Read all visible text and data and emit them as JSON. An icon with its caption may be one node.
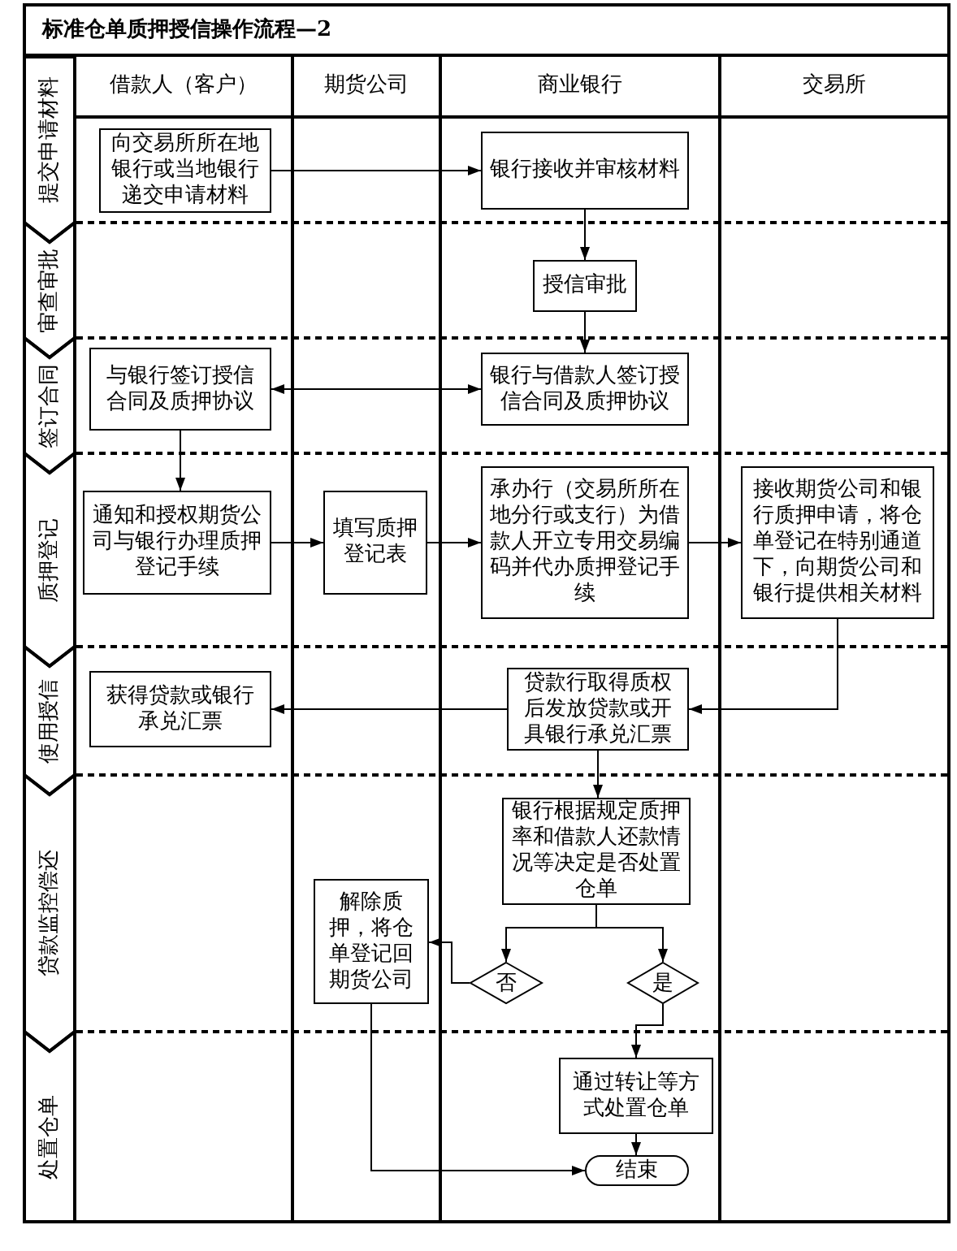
{
  "diagram": {
    "title": "标准仓单质押授信操作流程—2",
    "nodes": [
      {
        "text": [
          "借款人（客户）"
        ]
      },
      {
        "text": [
          "期货公司"
        ]
      },
      {
        "text": [
          "商业银行"
        ]
      },
      {
        "text": [
          "交易所"
        ]
      },
      {
        "text": [
          "提交申请材料"
        ]
      },
      {
        "text": [
          "向交易所所在地银行或当地银行递交申请材料"
        ],
        "in": 0
      },
      {
        "text": [
          "银行接收并审核材料"
        ],
        "in": 2
      },
      {
        "text": [
          "审查审批"
        ]
      },
      {
        "text": [
          "授信审批"
        ],
        "in": 2
      },
      {
        "text": [
          "签订合同"
        ]
      },
      {
        "text": [
          "与银行签订授信合同及质押协议"
        ],
        "in": 0
      },
      {
        "text": [
          "银行与借款人签订授信合同及质押协议"
        ],
        "in": 2
      },
      {
        "text": [
          "质押登记"
        ]
      },
      {
        "text": [
          "通知和授权期货公司与银行办理质押登记手续"
        ],
        "in": 0
      },
      {
        "text": [
          "填写质押登记表"
        ],
        "in": 1
      },
      {
        "text": [
          "承办行（交易所所在地分行或支行）为借款人开立专用交易编码并代办质押登记手续"
        ],
        "in": 2
      },
      {
        "text": [
          "接收期货公司和银行质押申请，将仓单登记在特别通道下，向期货公司和银行提供相关材料"
        ],
        "in": 3
      },
      {
        "text": [
          "使用授信"
        ]
      },
      {
        "text": [
          "获得贷款或银行承兑汇票"
        ],
        "in": 0
      },
      {
        "text": [
          "贷款行取得质权后发放贷款或开具银行承兑汇票"
        ],
        "in": 2
      },
      {
        "text": [
          "贷款监控偿还"
        ]
      },
      {
        "text": [
          "银行根据规定质押率和借款人还款情况等决定是否处置仓单"
        ],
        "in": 2
      },
      {
        "text": [
          "解除质押，将仓单登记回期货公司"
        ],
        "in": 1
      },
      {
        "text": [
          "否"
        ],
        "in": 2
      },
      {
        "text": [
          "是"
        ],
        "in": 2
      },
      {
        "text": [
          "处置仓单"
        ]
      },
      {
        "text": [
          "通过转让等方式处置仓单"
        ],
        "in": 2
      },
      {
        "text": [
          "结束"
        ],
        "in": 2
      }
    ],
    "edges": [
      {
        "from": 5,
        "to": 6,
        "arrow": "to"
      },
      {
        "from": 6,
        "to": 8,
        "arrow": "to"
      },
      {
        "from": 8,
        "to": 11,
        "arrow": "to"
      },
      {
        "from": 10,
        "to": 11,
        "arrow": "both"
      },
      {
        "from": 10,
        "to": 13,
        "arrow": "to"
      },
      {
        "from": 13,
        "to": 14,
        "arrow": "to"
      },
      {
        "from": 14,
        "to": 15,
        "arrow": "to"
      },
      {
        "from": 15,
        "to": 16,
        "arrow": "to"
      },
      {
        "from": 16,
        "to": 19,
        "arrow": "to"
      },
      {
        "from": 19,
        "to": 18,
        "arrow": "to"
      },
      {
        "from": 19,
        "to": 21,
        "arrow": "to"
      },
      {
        "from": 21,
        "to": 23,
        "arrow": "to"
      },
      {
        "from": 21,
        "to": 24,
        "arrow": "to"
      },
      {
        "from": 23,
        "to": 22,
        "arrow": "to"
      },
      {
        "from": 24,
        "to": 26,
        "arrow": "to"
      },
      {
        "from": 26,
        "to": 27,
        "arrow": "to"
      },
      {
        "from": 22,
        "to": 27,
        "arrow": "to"
      }
    ]
  }
}
